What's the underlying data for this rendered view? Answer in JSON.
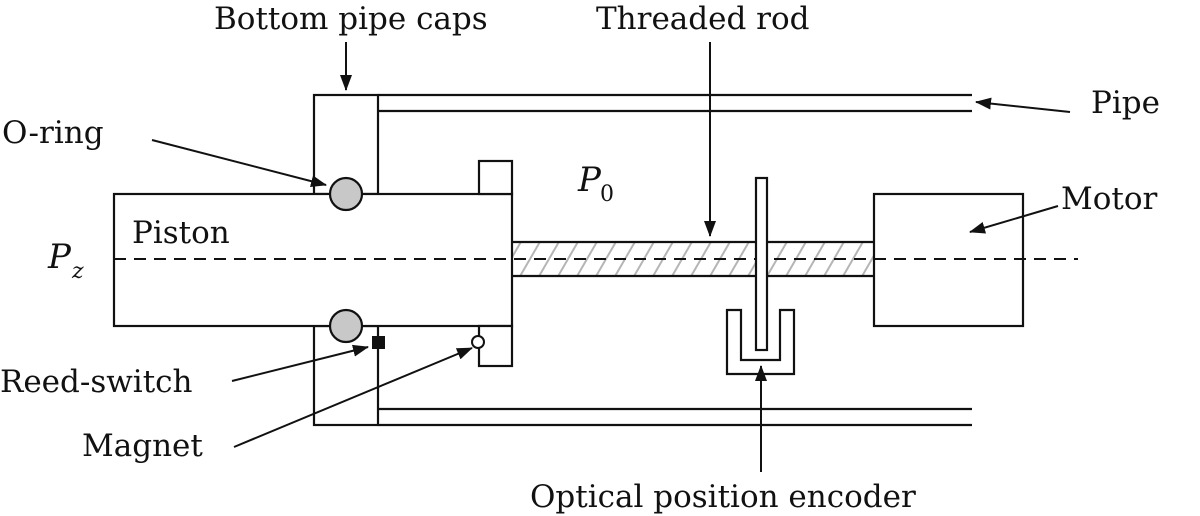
{
  "labels": {
    "bottom_pipe_caps": "Bottom pipe caps",
    "threaded_rod": "Threaded rod",
    "pipe": "Pipe",
    "o_ring": "O-ring",
    "motor": "Motor",
    "piston": "Piston",
    "reed_switch": "Reed-switch",
    "magnet": "Magnet",
    "optical_position_encoder": "Optical position encoder"
  },
  "math": {
    "p_zero": {
      "base": "P",
      "sub": "0"
    },
    "p_z": {
      "base": "P",
      "sub": "z"
    }
  },
  "colors": {
    "stroke": "#111111",
    "o_ring_fill": "#c8c8c8",
    "thread_hatch": "#b5b5b5"
  }
}
